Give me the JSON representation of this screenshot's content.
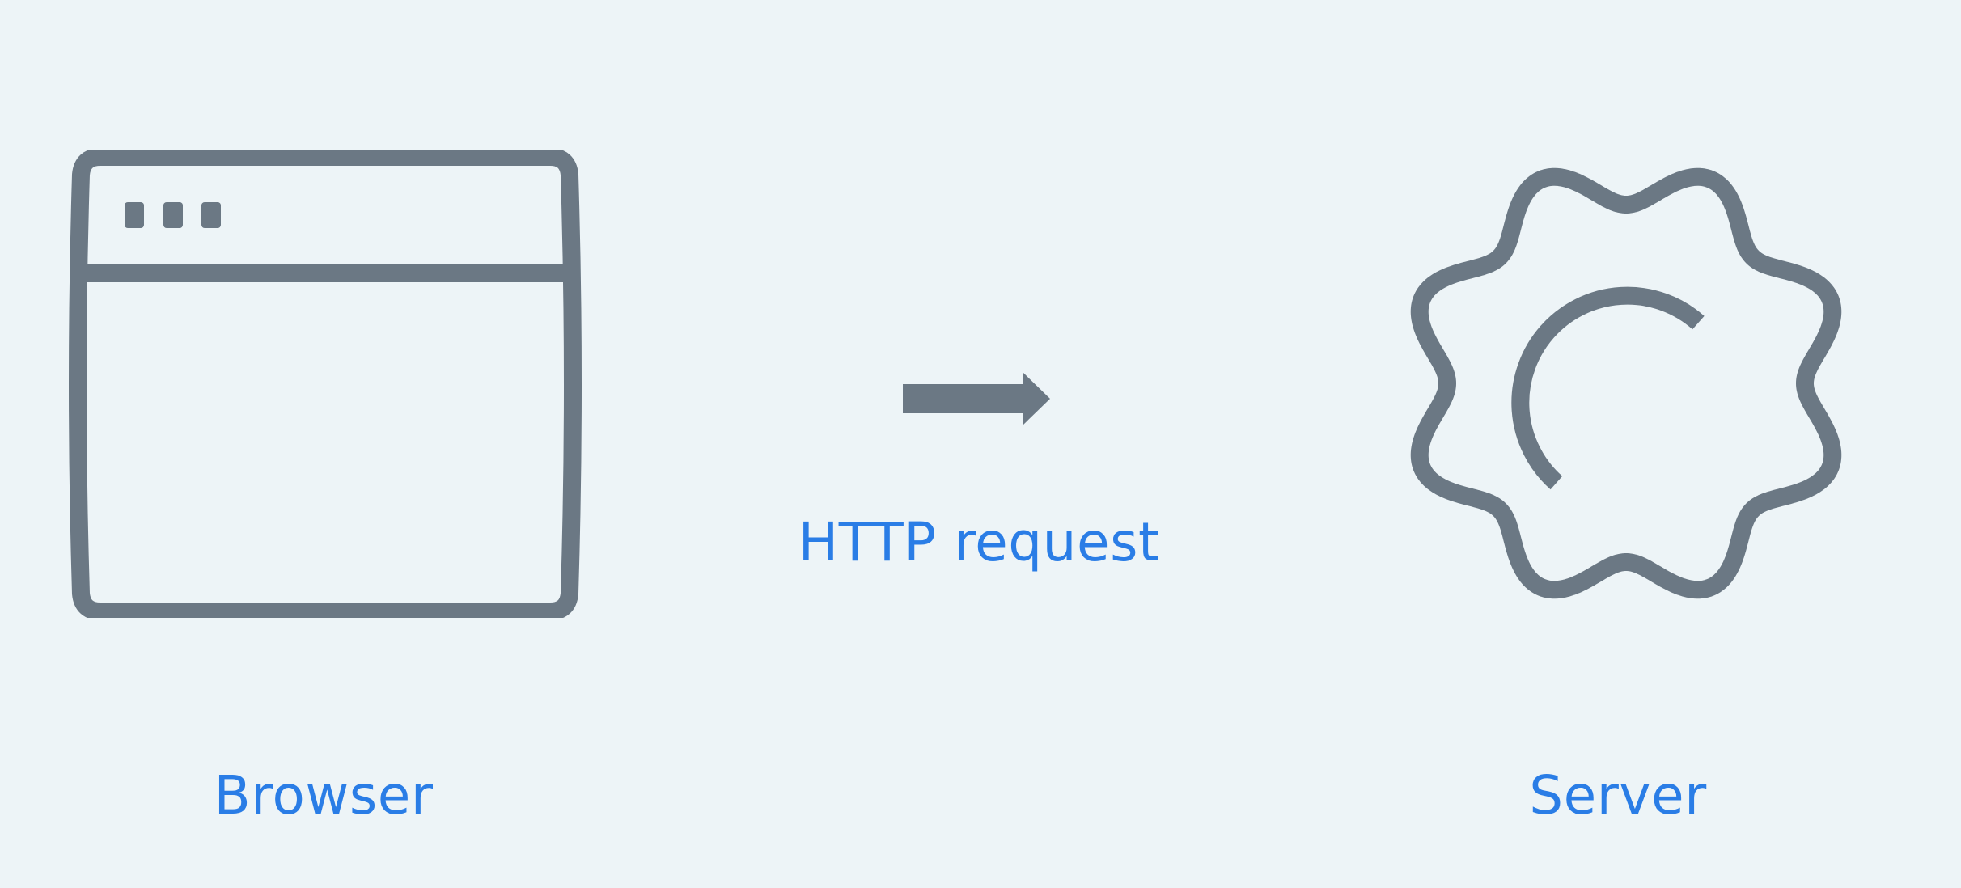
{
  "diagram": {
    "nodes": [
      {
        "id": "browser",
        "label": "Browser",
        "icon": "browser-window-icon"
      },
      {
        "id": "server",
        "label": "Server",
        "icon": "gear-icon"
      }
    ],
    "edges": [
      {
        "from": "browser",
        "to": "server",
        "label": "HTTP request",
        "icon": "right-arrow-icon"
      }
    ]
  },
  "colors": {
    "background": "#edf4f7",
    "icon_stroke": "#6b7884",
    "label_text": "#2a7de6"
  }
}
